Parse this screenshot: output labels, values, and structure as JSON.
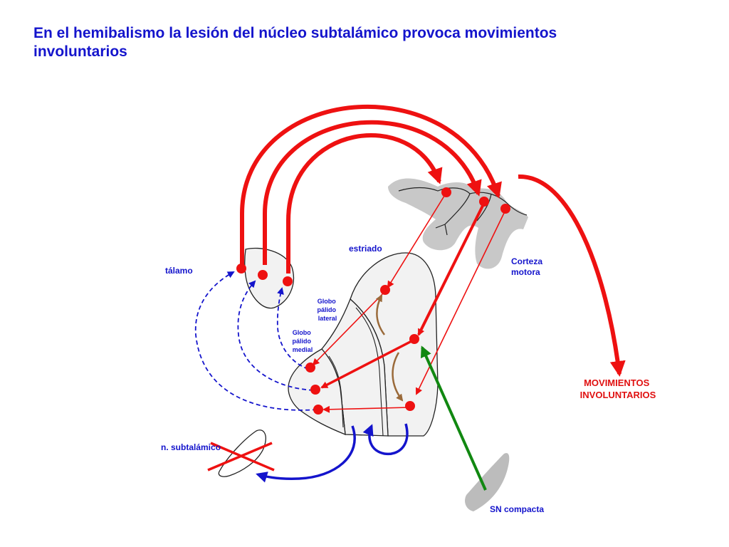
{
  "title": "En el hemibalismo la lesión del núcleo subtalámico provoca movimientos involuntarios",
  "labels": {
    "talamo": "tálamo",
    "estriado": "estriado",
    "corteza": [
      "Corteza",
      "motora"
    ],
    "gp_lateral": [
      "Globo",
      "pálido",
      "lateral"
    ],
    "gp_medial": [
      "Globo",
      "pálido",
      "medial"
    ],
    "subtalamico": "n. subtalámico",
    "sn_compacta": "SN compacta",
    "movimientos": [
      "MOVIMIENTOS",
      "INVOLUNTARIOS"
    ]
  },
  "colors": {
    "title": "#1414cc",
    "excitatory": "#ee1111",
    "dopamine": "#118811",
    "inhibitory_loop": "#1414cc",
    "internal": "#9a6a3a",
    "structure_fill": "#f2f2f2",
    "cortex_fill": "#c8c8c8",
    "sn_fill": "#bcbcbc"
  }
}
